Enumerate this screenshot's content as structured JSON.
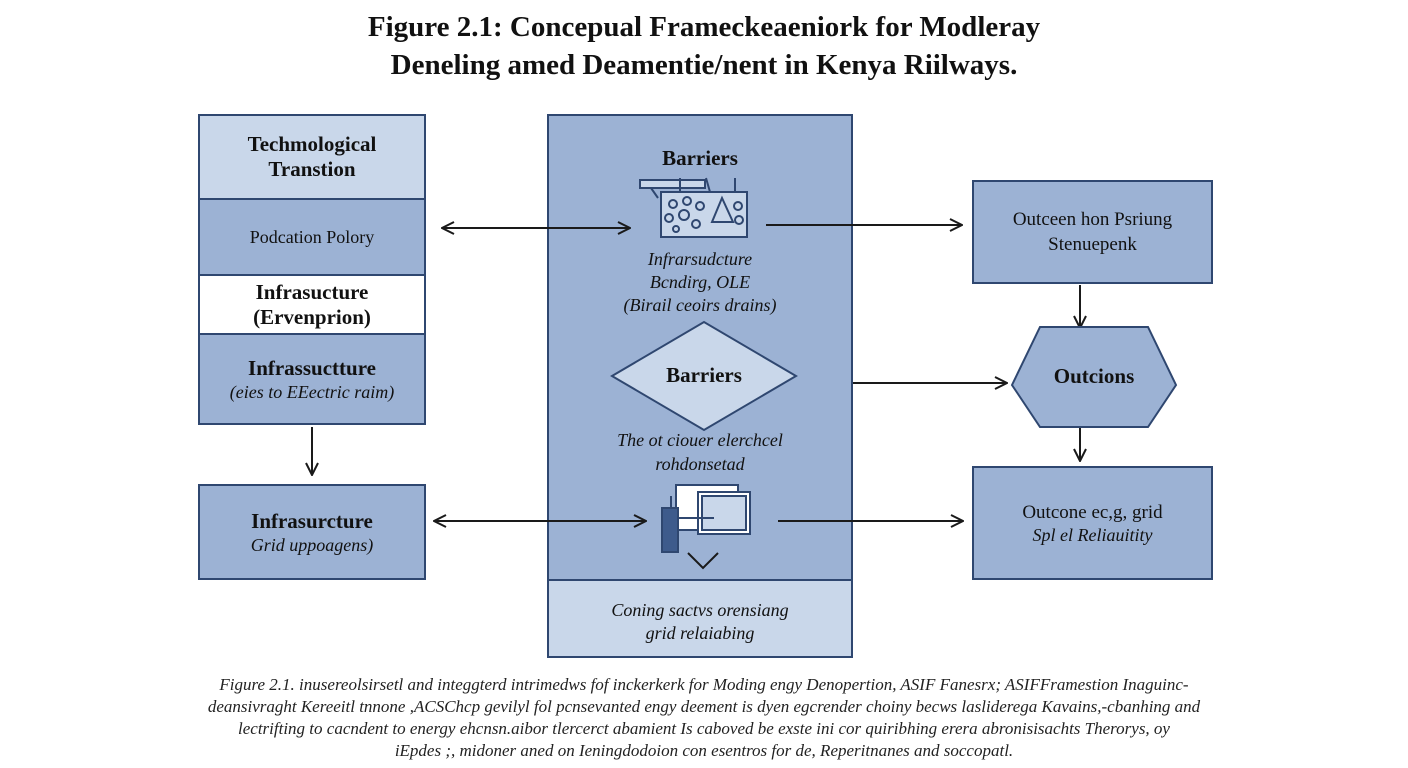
{
  "title": {
    "line1": "Figure 2.1: Concepual Frameckeaeniork for  Modleray",
    "line2": "Deneling amed Deamentie/nent in Kenya Riilways."
  },
  "left": {
    "tech_transition": "Techmological Transtion",
    "pod_policy": "Podcation Polory",
    "infra_env_title": "Infrasucture",
    "infra_env_sub": "(Ervenprion)",
    "infra_elec_title": "Infrassuctture",
    "infra_elec_sub": "(eies to EEectric raim)",
    "infra_grid_title": "Infrasurcture",
    "infra_grid_sub": "Grid uppoagens)"
  },
  "center": {
    "barriers_top": "Barriers",
    "infra_text_1": "Infrarsudcture",
    "infra_text_2": "Bcndirg, OLE",
    "infra_text_3": "(Birail ceoirs drains)",
    "barriers_diamond": "Barriers",
    "mid_text_1": "The  ot ciouer elerchcel",
    "mid_text_2": "rohdonsetad",
    "bottom_text_1": "Coning sactvs orensiang",
    "bottom_text_2": "grid relaiabing"
  },
  "right": {
    "outcome_top": "Outceen hon Psriung Stenuepenk",
    "outcions": "Outcions",
    "outcome_bottom_1": "Outcone ec,g,  grid",
    "outcome_bottom_2": "Spl el Reliauitity"
  },
  "caption": {
    "line1": "Figure 2.1. inusereolsirsetl and integgterd intrimedws fof inckerkerk for Moding engy Denopertion, ASIF Fanesrx; ASIFFramestion Inaguinc-",
    "line2": "deansivraght Kereeitl tnnone ,ACSChcp gevilyl fol pcnsevanted engy deement is dyen egcrender choiny becws lasliderega Kavains,-cbanhing and",
    "line3": "lectrifting to cacndent to energy ehcnsn.aibor tlercerct abamient Is caboved be exste ini cor quiribhing erera abronisisachts Therorys, oy",
    "line4": "iEpdes ;, midoner aned on Ieningdodoion con esentros for de, Reperitnanes and soccopatl."
  },
  "colors": {
    "box_fill": "#9cb2d4",
    "box_light": "#c9d7ea",
    "box_border": "#2f4770",
    "arrow": "#1a1a1a"
  }
}
